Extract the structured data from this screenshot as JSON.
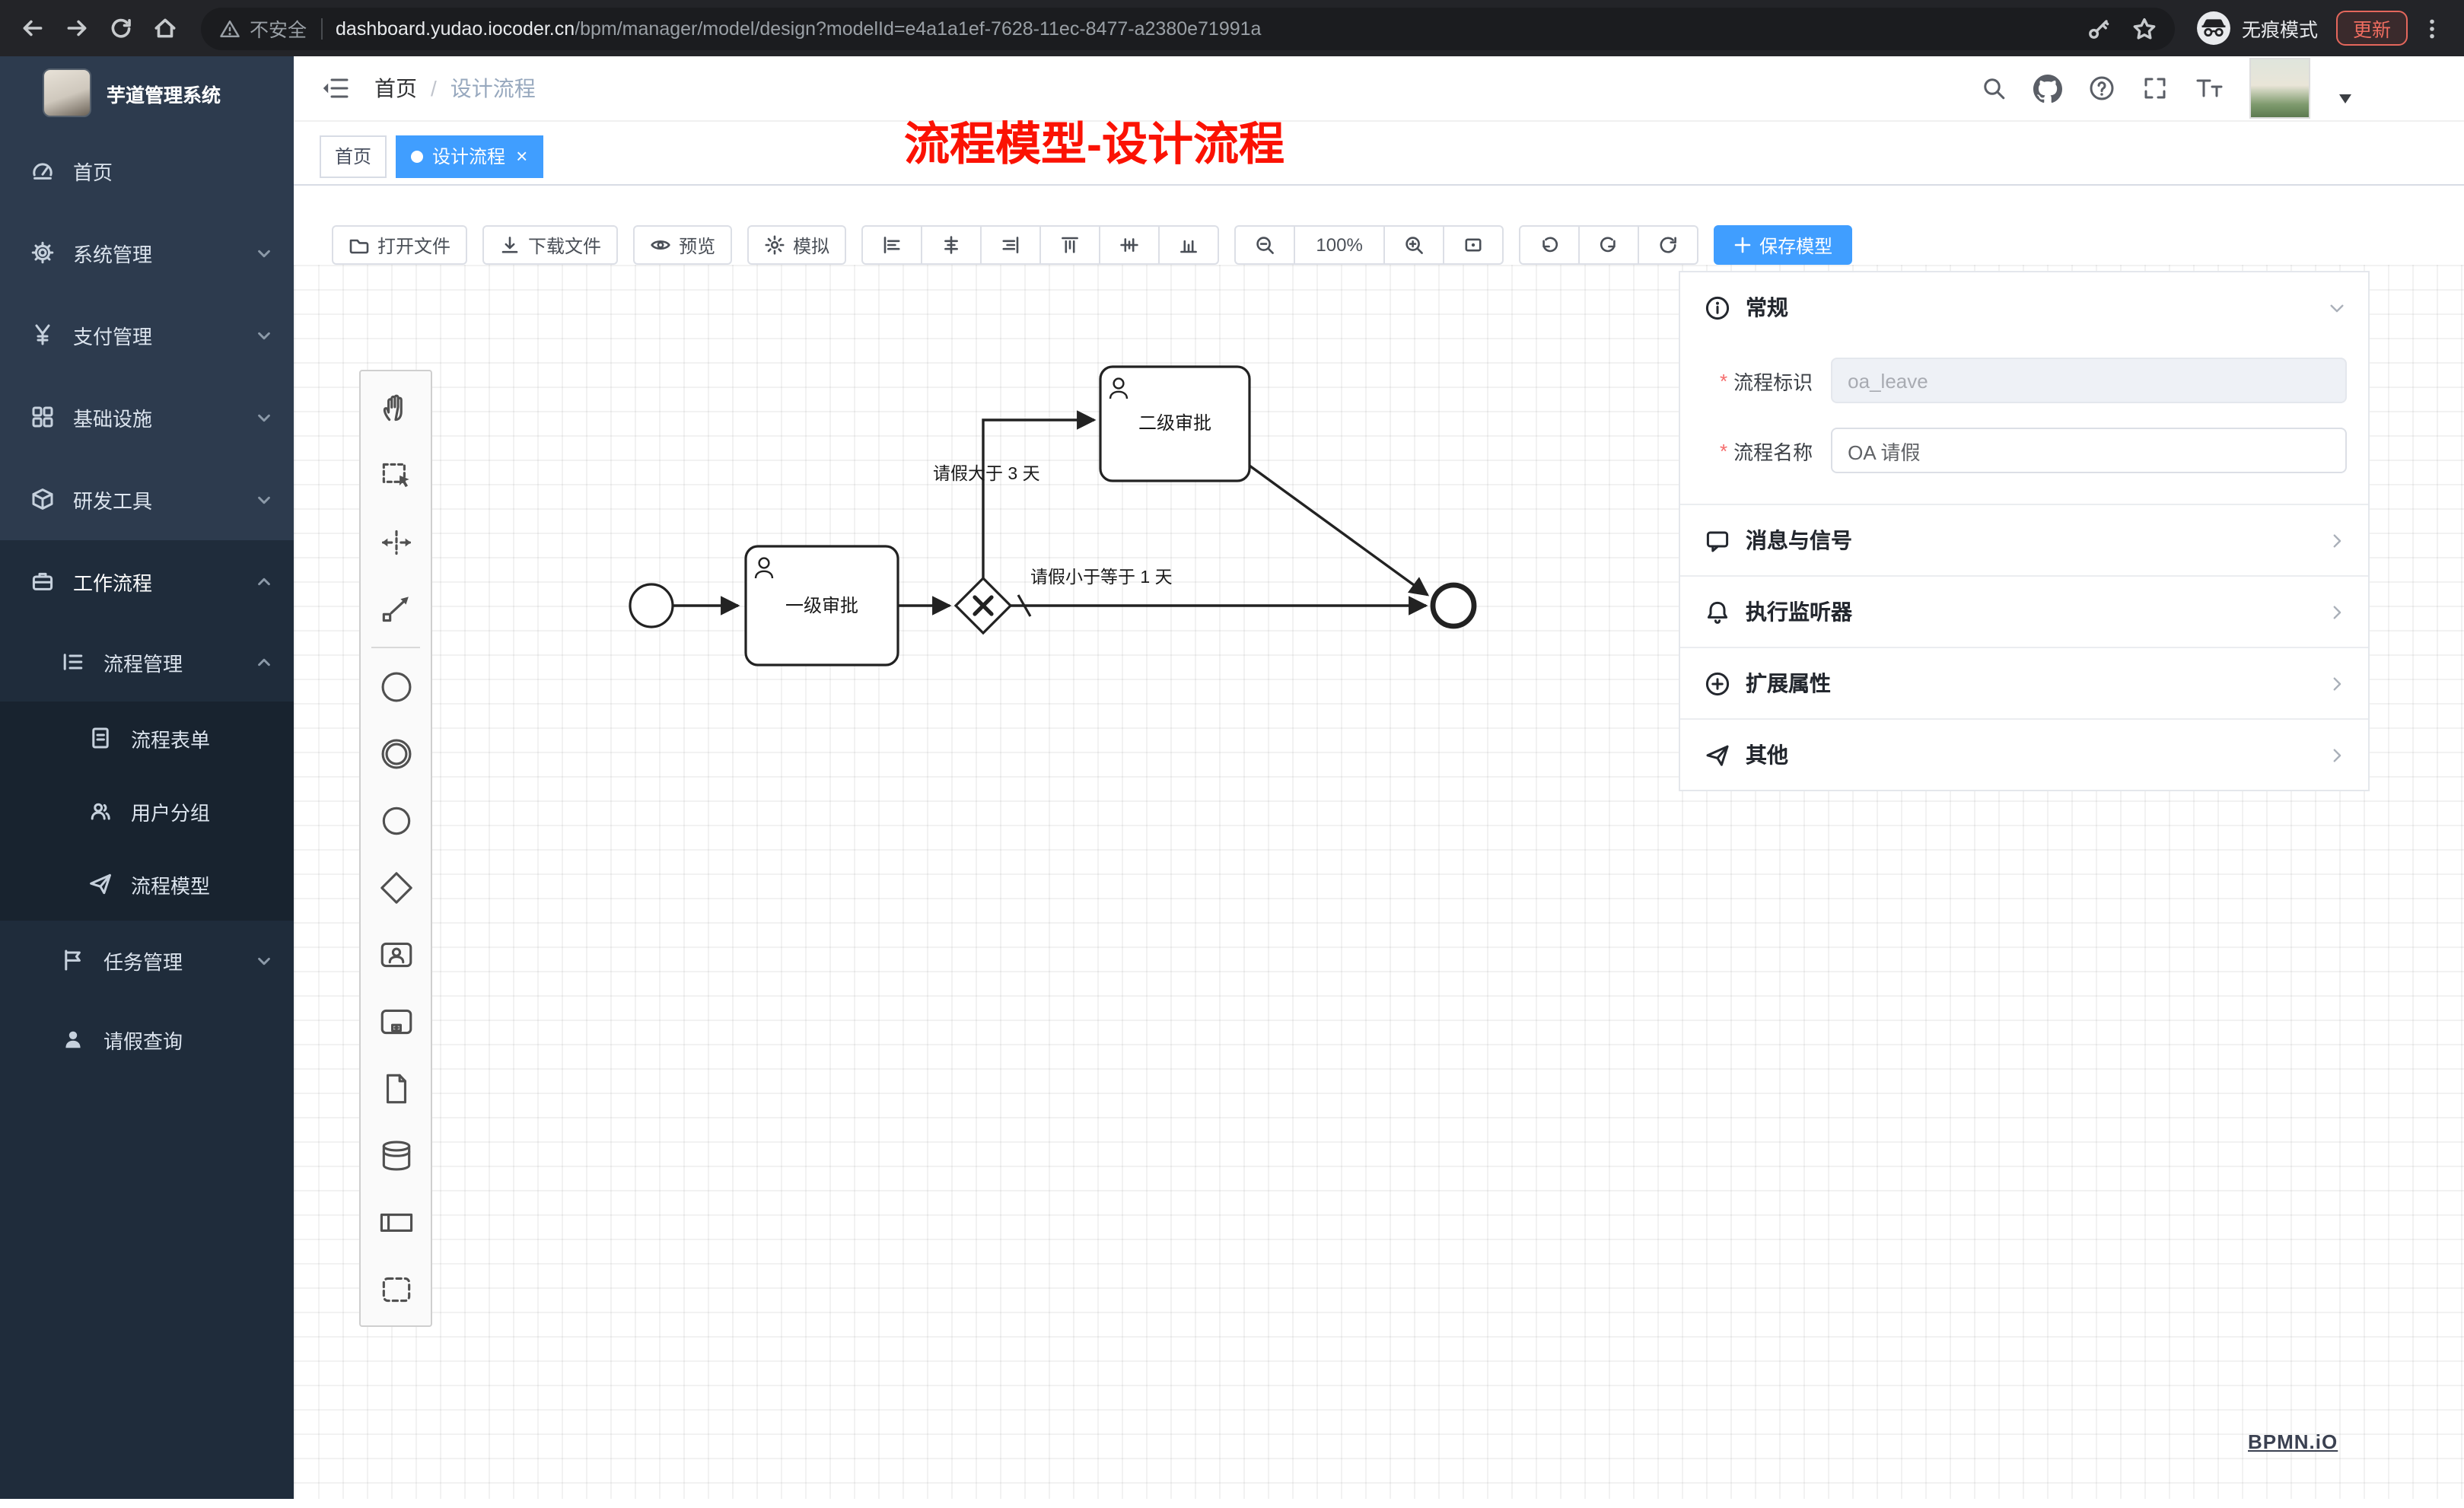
{
  "browser": {
    "security_label": "不安全",
    "url_host": "dashboard.yudao.iocoder.cn",
    "url_path": "/bpm/manager/model/design?modelId=e4a1a1ef-7628-11ec-8477-a2380e71991a",
    "incognito_label": "无痕模式",
    "update_label": "更新"
  },
  "sidebar": {
    "logo_title": "芋道管理系统",
    "items": {
      "home": "首页",
      "system": "系统管理",
      "payment": "支付管理",
      "infra": "基础设施",
      "devtools": "研发工具",
      "workflow": "工作流程",
      "process_mgmt": "流程管理",
      "process_form": "流程表单",
      "user_group": "用户分组",
      "process_model": "流程模型",
      "task_mgmt": "任务管理",
      "leave_query": "请假查询"
    }
  },
  "header": {
    "breadcrumb_home": "首页",
    "breadcrumb_current": "设计流程",
    "annotation": "流程模型-设计流程"
  },
  "tabs": {
    "home": "首页",
    "current": "设计流程",
    "close": "×"
  },
  "toolbar": {
    "open": "打开文件",
    "download": "下载文件",
    "preview": "预览",
    "simulate": "模拟",
    "zoom_level": "100%",
    "save": "保存模型"
  },
  "palette": [
    "hand-tool",
    "lasso-tool",
    "space-tool",
    "global-connect-tool",
    "create-start-event",
    "create-intermediate-event",
    "create-end-event",
    "create-gateway",
    "create-user-task",
    "create-sub-process",
    "create-data-object",
    "create-data-store",
    "create-participant",
    "create-group"
  ],
  "diagram": {
    "task_level1": "一级审批",
    "task_level2": "二级审批",
    "condition_gt3": "请假大于 3 天",
    "condition_le1": "请假小于等于 1 天"
  },
  "panel": {
    "general_title": "常规",
    "required_mark": "*",
    "process_key_label": "流程标识",
    "process_key_value": "oa_leave",
    "process_name_label": "流程名称",
    "process_name_value": "OA 请假",
    "section_message": "消息与信号",
    "section_listener": "执行监听器",
    "section_ext": "扩展属性",
    "section_other": "其他"
  },
  "watermark": "BPMN.iO",
  "colors": {
    "accent": "#409eff",
    "annotation_red": "#fb1203",
    "sidebar_bg": "#2d3b4e",
    "chrome_bg": "#232428"
  }
}
